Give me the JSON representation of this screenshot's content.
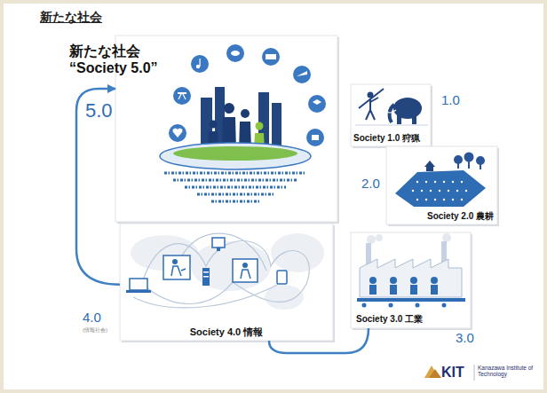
{
  "diagram": {
    "title": "新たな社会",
    "nodes": [
      {
        "text": [
          "新たな社会 “Society 5.0”"
        ]
      },
      {
        "text": [
          "Society 1.0 狩猟"
        ]
      },
      {
        "text": [
          "Society 2.0 農耕"
        ]
      },
      {
        "text": [
          "Society 3.0 工業"
        ]
      },
      {
        "text": [
          "Society 4.0 情報"
        ]
      }
    ],
    "edges": [
      {
        "from": 4,
        "to": 0,
        "arrow": "to"
      },
      {
        "from": 3,
        "to": 4,
        "arrow": "none"
      }
    ],
    "labels": [
      "5.0",
      "1.0",
      "2.0",
      "3.0",
      "4.0",
      "(情報社会)",
      "KIT",
      "Kanazawa Institute of Technology"
    ]
  }
}
